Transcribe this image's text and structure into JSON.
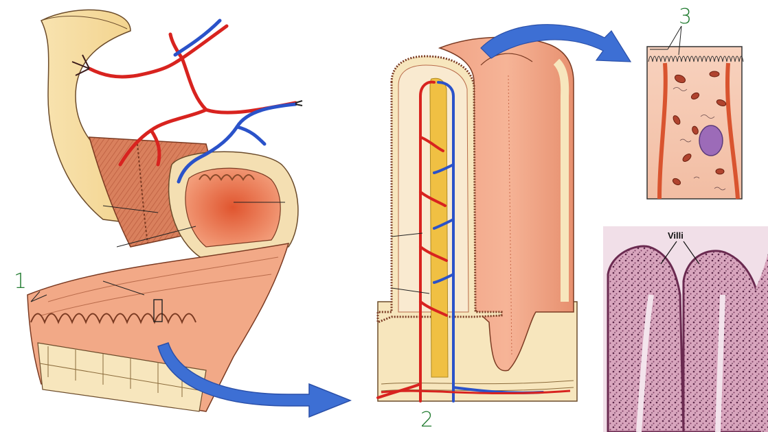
{
  "labels": {
    "num1": "1",
    "num2": "2",
    "num3": "3",
    "villi": "Villi"
  },
  "colors": {
    "artery": "#d8231f",
    "vein": "#2a52c9",
    "arrow": "#3d6fd4",
    "tissue": "#f2a184",
    "tissue_dark": "#d77a5a",
    "intestine_outer": "#f9e0a8",
    "lacteal": "#f0c043",
    "annotation_green": "#1f7a2e",
    "histology": "#c58aa6"
  }
}
